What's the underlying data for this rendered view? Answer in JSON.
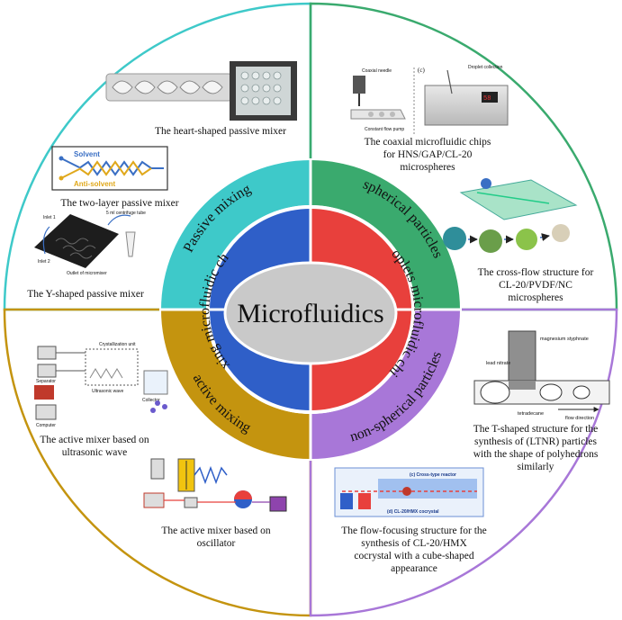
{
  "center_title": "Microfluidics",
  "inner_ring": {
    "mixing": "mixing microfluidic chips",
    "droplets": "droplets microfluidic chips"
  },
  "middle_ring": {
    "passive": "Passive mixing",
    "spherical": "spherical particles",
    "active": "active mixing",
    "nonspherical": "non-spherical particles"
  },
  "captions": {
    "heart": "The heart-shaped passive mixer",
    "two_layer": "The two-layer passive mixer",
    "y_shaped": "The Y-shaped passive mixer",
    "coaxial_1": "The coaxial microfluidic chips",
    "coaxial_2": "for HNS/GAP/CL-20",
    "coaxial_3": "microspheres",
    "crossflow_1": "The cross-flow structure for",
    "crossflow_2": "CL-20/PVDF/NC",
    "crossflow_3": "microspheres",
    "ultrasonic_1": "The active mixer based on",
    "ultrasonic_2": "ultrasonic wave",
    "oscillator_1": "The active mixer based on",
    "oscillator_2": "oscillator",
    "tshaped_1": "The T-shaped structure for the",
    "tshaped_2": "synthesis of (LTNR) particles",
    "tshaped_3": "with the shape of polyhedrons",
    "tshaped_4": "similarly",
    "flowfocus_1": "The flow-focusing structure for the",
    "flowfocus_2": "synthesis of CL-20/HMX",
    "flowfocus_3": "cocrystal with a cube-shaped",
    "flowfocus_4": "appearance"
  },
  "image_labels": {
    "solvent": "Solvent",
    "anti_solvent": "Anti-solvent",
    "inlet1": "Inlet 1",
    "inlet2": "Inlet 2",
    "outlet_tube": "5 ml centrifuge tube",
    "outlet_micromixer": "Outlet of micromixer",
    "coaxial_needle": "Coaxial needle",
    "droplet_collection": "Droplet collection",
    "constant_flow_pump": "Constant flow pump",
    "panel_c": "(c)",
    "magnesium_stephnate": "magnesium styphnate",
    "lead_nitrate": "lead nitrate",
    "tetradecane": "tetradecane",
    "flow_direction": "flow direction",
    "cross_type_reactor": "(c) Cross-type reactor",
    "cocrystal": "(d) CL-20/HMX cocrystal",
    "crystallization_unit": "Crystallization unit",
    "ultrasonic_wave": "Ultrasonic wave",
    "separator": "Separator",
    "computer": "Computer",
    "collector": "Collector"
  },
  "colors": {
    "passive": "#3ec9c9",
    "spherical": "#3aaa6e",
    "active": "#c4940f",
    "nonspherical": "#a877d8",
    "mixing_inner": "#2f5fc8",
    "droplets_inner": "#e8403c",
    "center": "#c9c9c9"
  }
}
